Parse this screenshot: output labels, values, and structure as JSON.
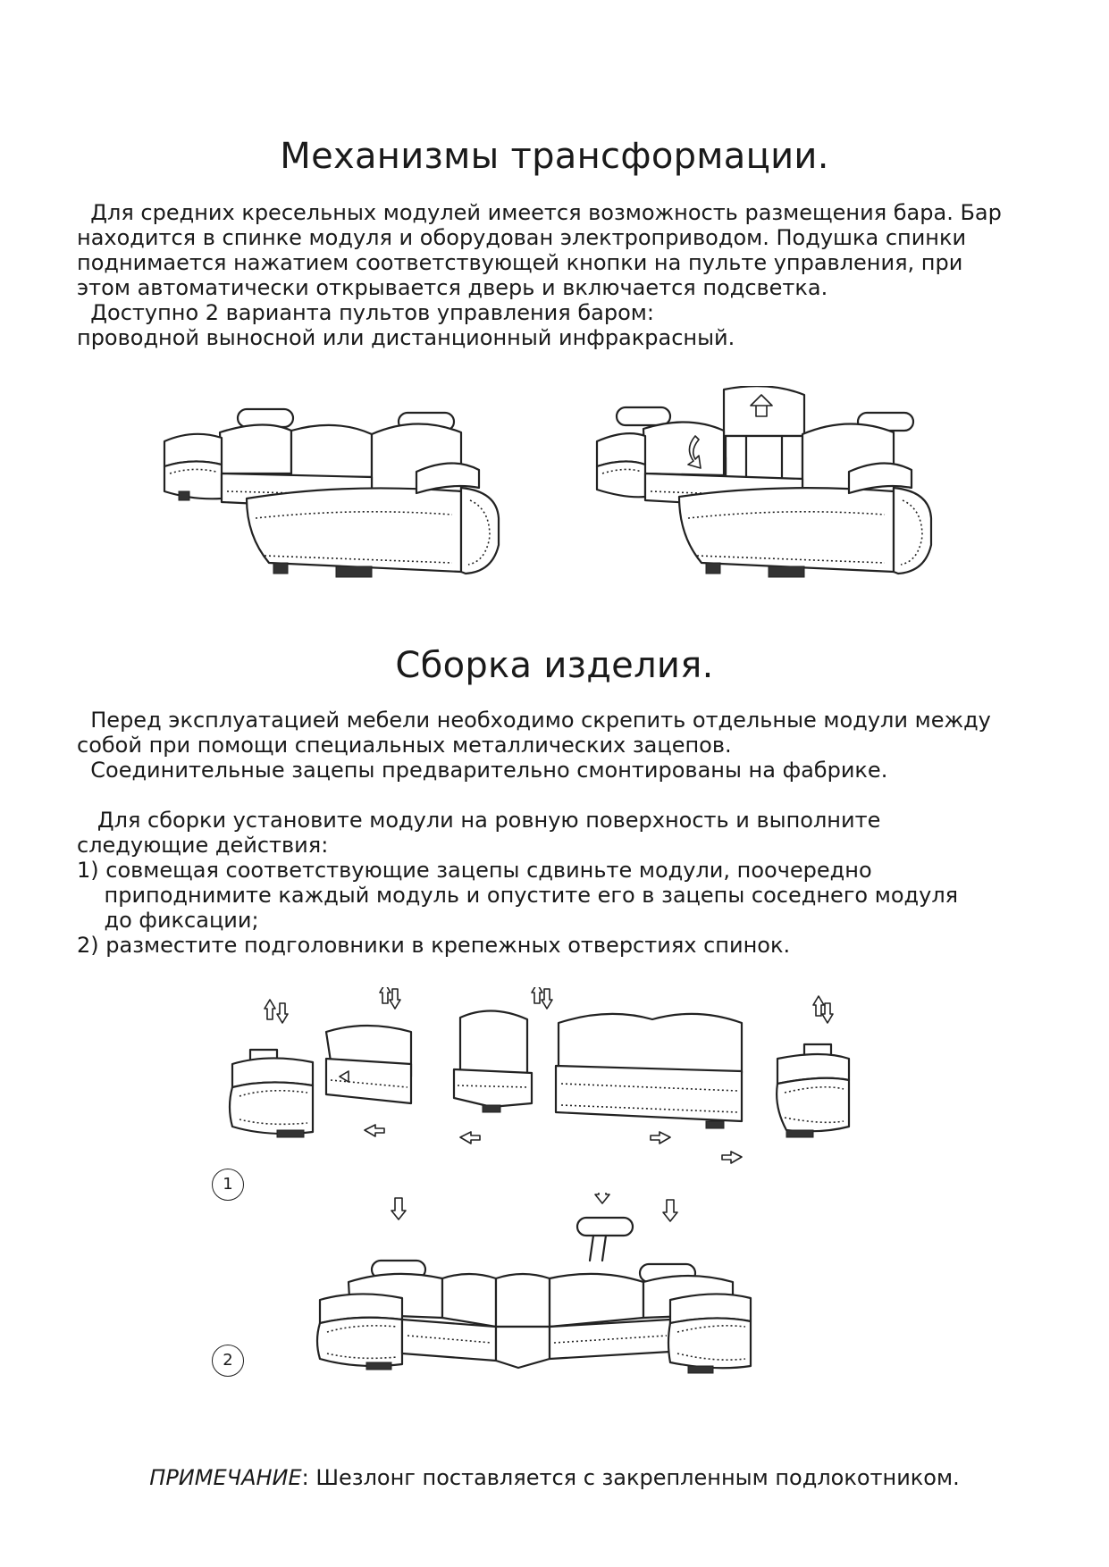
{
  "section1": {
    "title": "Механизмы трансформации.",
    "lines": [
      "  Для средних кресельных модулей имеется возможность размещения бара. Бар",
      "находится в спинке модуля и оборудован электроприводом. Подушка спинки",
      "поднимается нажатием соответствующей кнопки на пульте управления, при",
      "этом автоматически открывается дверь и включается подсветка.",
      "  Доступно 2 варианта пультов управления баром:",
      "проводной выносной или дистанционный инфракрасный."
    ]
  },
  "section2": {
    "title": "Сборка изделия.",
    "intro_lines": [
      "  Перед эксплуатацией мебели необходимо скрепить отдельные модули между",
      "собой при помощи специальных металлических зацепов.",
      "  Соединительные зацепы предварительно смонтированы на фабрике."
    ],
    "steps_lines": [
      "   Для сборки установите модули на ровную поверхность и выполните",
      "следующие действия:",
      "1) совмещая соответствующие зацепы сдвиньте модули, поочередно",
      "    приподнимите каждый модуль и опустите его в зацепы соседнего модуля",
      "    до фиксации;",
      "2) разместите подголовники в крепежных отверстиях спинок."
    ],
    "step_markers": [
      "1",
      "2"
    ]
  },
  "note": {
    "label": "ПРИМЕЧАНИЕ",
    "text": ": Шезлонг поставляется с закрепленным подлокотником."
  }
}
